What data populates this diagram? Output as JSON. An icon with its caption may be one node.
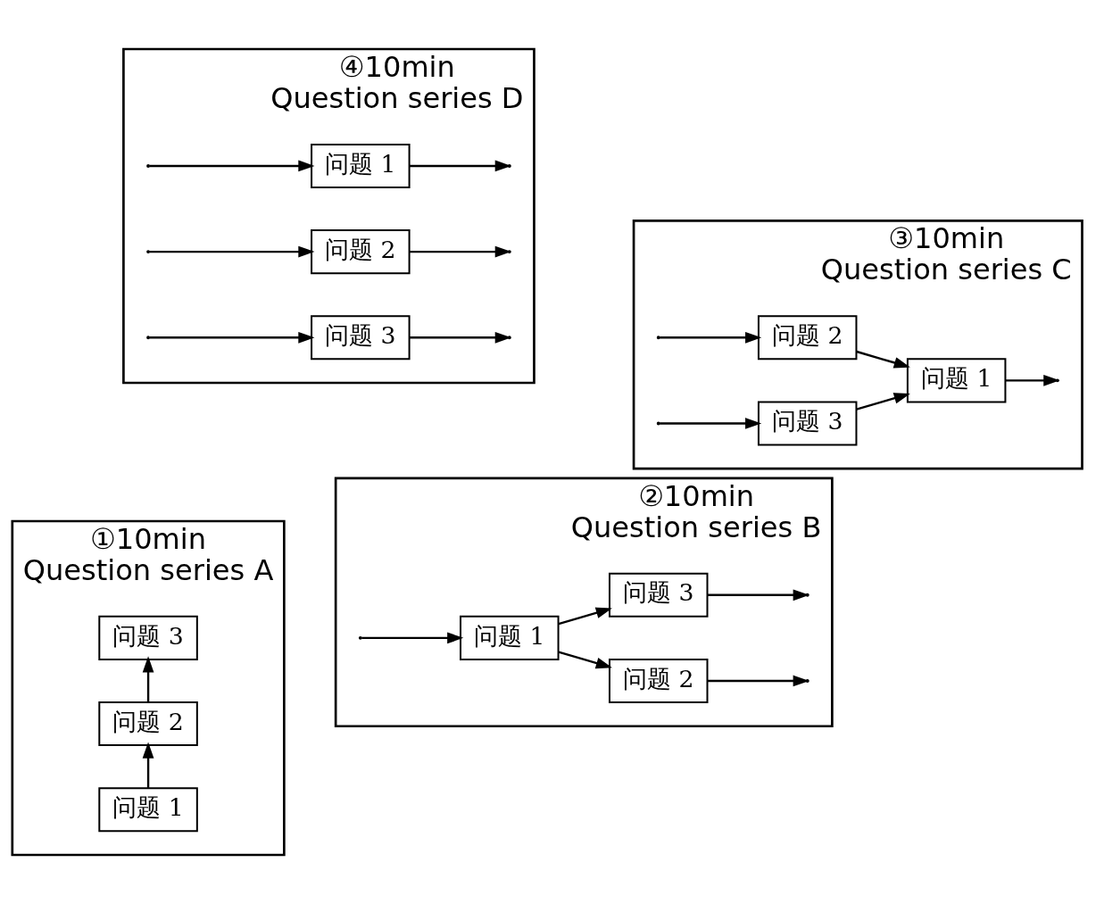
{
  "diagram": {
    "nodes": [
      {
        "text": [
          "①10min",
          "Question series A"
        ]
      },
      {
        "text": [
          "问题 1"
        ],
        "in": 0
      },
      {
        "text": [
          "问题 2"
        ],
        "in": 0
      },
      {
        "text": [
          "问题 3"
        ],
        "in": 0
      },
      {
        "text": [
          "②10min",
          "Question series B"
        ]
      },
      {
        "text": [
          "问题 1"
        ],
        "in": 4
      },
      {
        "text": [
          "问题 2"
        ],
        "in": 4
      },
      {
        "text": [
          "问题 3"
        ],
        "in": 4
      },
      {
        "text": [
          "④10min",
          "Question series D"
        ]
      },
      {
        "text": [
          "问题 1"
        ],
        "in": 8
      },
      {
        "text": [
          "问题 2"
        ],
        "in": 8
      },
      {
        "text": [
          "问题 3"
        ],
        "in": 8
      },
      {
        "text": [
          "③10min",
          "Question series C"
        ]
      },
      {
        "text": [
          "问题 2"
        ],
        "in": 12
      },
      {
        "text": [
          "问题 3"
        ],
        "in": 12
      },
      {
        "text": [
          "问题 1"
        ],
        "in": 12
      }
    ],
    "edges": [
      {
        "from": 1,
        "to": 2,
        "arrow": "to"
      },
      {
        "from": 2,
        "to": 3,
        "arrow": "to"
      },
      {
        "from": null,
        "to": 5,
        "arrow": "to"
      },
      {
        "from": 5,
        "to": 6,
        "arrow": "to"
      },
      {
        "from": 5,
        "to": 7,
        "arrow": "to"
      },
      {
        "from": 6,
        "to": null,
        "arrow": "to"
      },
      {
        "from": 7,
        "to": null,
        "arrow": "to"
      },
      {
        "from": null,
        "to": 9,
        "arrow": "to"
      },
      {
        "from": null,
        "to": 10,
        "arrow": "to"
      },
      {
        "from": null,
        "to": 11,
        "arrow": "to"
      },
      {
        "from": 9,
        "to": null,
        "arrow": "to"
      },
      {
        "from": 10,
        "to": null,
        "arrow": "to"
      },
      {
        "from": 11,
        "to": null,
        "arrow": "to"
      },
      {
        "from": null,
        "to": 13,
        "arrow": "to"
      },
      {
        "from": null,
        "to": 14,
        "arrow": "to"
      },
      {
        "from": 13,
        "to": 15,
        "arrow": "to"
      },
      {
        "from": 14,
        "to": 15,
        "arrow": "to"
      },
      {
        "from": 15,
        "to": null,
        "arrow": "to"
      }
    ]
  }
}
